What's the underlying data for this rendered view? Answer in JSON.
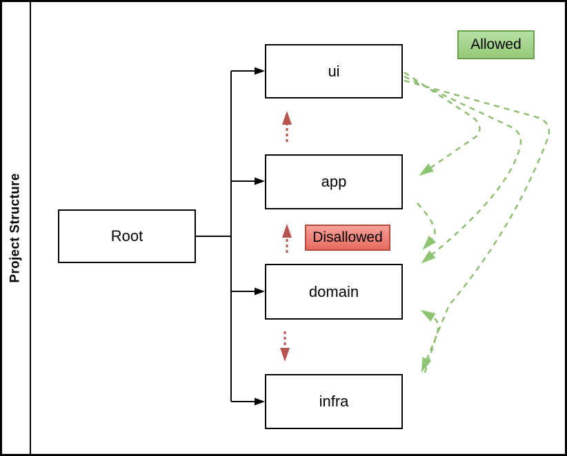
{
  "title": "Project Structure",
  "nodes": {
    "root": {
      "label": "Root"
    },
    "ui": {
      "label": "ui"
    },
    "app": {
      "label": "app"
    },
    "domain": {
      "label": "domain"
    },
    "infra": {
      "label": "infra"
    }
  },
  "legend": {
    "allowed": {
      "label": "Allowed"
    },
    "disallowed": {
      "label": "Disallowed"
    }
  },
  "colors": {
    "allowed_edge": "#8abb6d",
    "allowed_fill_top": "#b7e0a4",
    "allowed_fill_bottom": "#95c978",
    "allowed_border": "#67a14b",
    "disallowed_edge": "#b85450",
    "disallowed_fill_top": "#f5a099",
    "disallowed_fill_bottom": "#e76a5e",
    "disallowed_border": "#b4463c",
    "tree_edge": "#000000"
  },
  "edges": {
    "tree": [
      {
        "from": "root",
        "to": "ui"
      },
      {
        "from": "root",
        "to": "app"
      },
      {
        "from": "root",
        "to": "domain"
      },
      {
        "from": "root",
        "to": "infra"
      }
    ],
    "allowed": [
      {
        "from": "ui",
        "to": "app"
      },
      {
        "from": "ui",
        "to": "domain"
      },
      {
        "from": "ui",
        "to": "infra"
      },
      {
        "from": "app",
        "to": "domain"
      },
      {
        "from": "infra",
        "to": "domain"
      }
    ],
    "disallowed": [
      {
        "from": "app",
        "to": "ui"
      },
      {
        "from": "domain",
        "to": "app"
      },
      {
        "from": "domain",
        "to": "infra"
      }
    ]
  }
}
